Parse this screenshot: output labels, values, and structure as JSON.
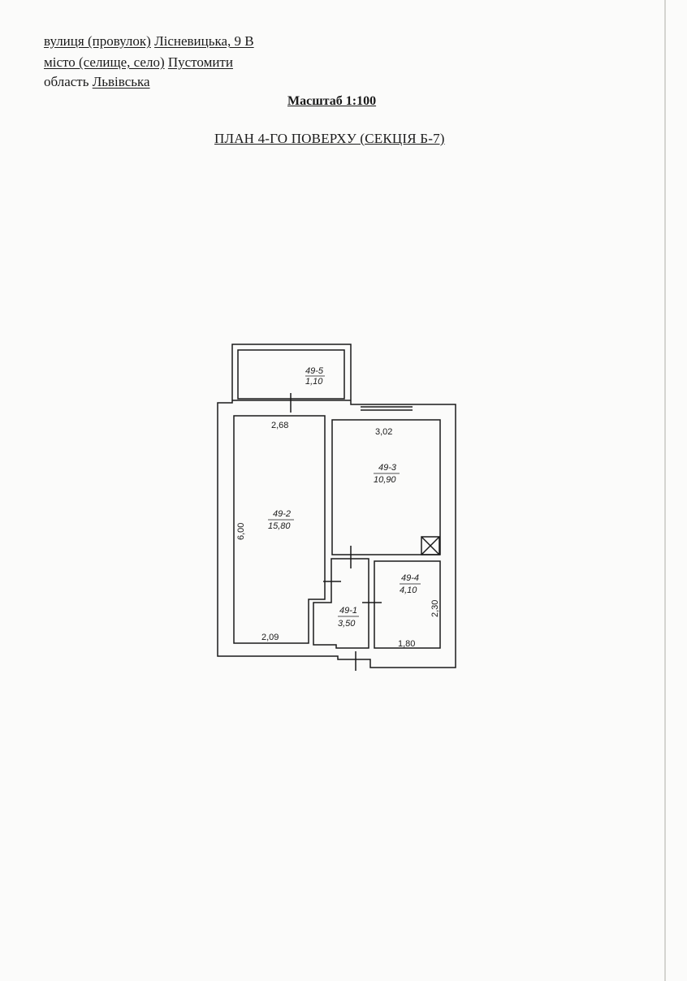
{
  "address": {
    "street_label": "вулиця (провулок)",
    "street_value": "Лісневицька, 9 В",
    "city_label": "місто (селище, село)",
    "city_value": "Пустомити",
    "region_label": "область",
    "region_value": "Львівська"
  },
  "scale": "Масштаб 1:100",
  "plan_title": "ПЛАН 4-ГО ПОВЕРХУ (СЕКЦІЯ Б-7)",
  "rooms": [
    {
      "id": "49-5",
      "area": "1,10"
    },
    {
      "id": "49-2",
      "area": "15,80"
    },
    {
      "id": "49-3",
      "area": "10,90"
    },
    {
      "id": "49-4",
      "area": "4,10"
    },
    {
      "id": "49-1",
      "area": "3,50"
    }
  ],
  "dimensions": {
    "room2_top": "2,68",
    "room2_side": "6,00",
    "room2_bottom": "2,09",
    "room3_top": "3,02",
    "room4_side": "2,30",
    "room4_bottom": "1,80"
  }
}
